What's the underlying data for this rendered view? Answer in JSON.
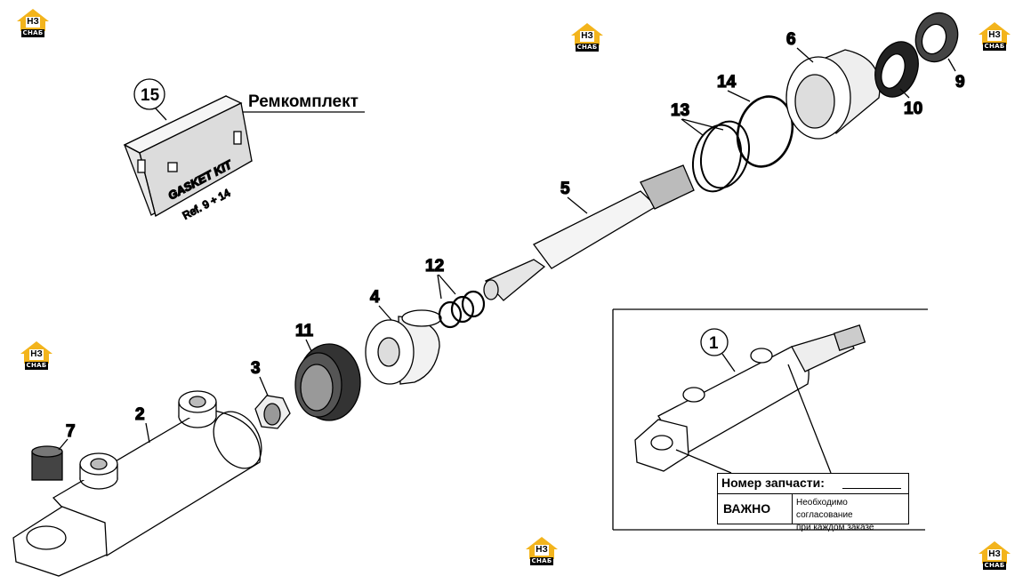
{
  "kit": {
    "title": "Ремкомплект",
    "box_text_1": "GASKET KIT",
    "box_text_2": "Ref. 9 ÷ 14",
    "number": "15"
  },
  "callouts": {
    "c1": "1",
    "c2": "2",
    "c3": "3",
    "c4": "4",
    "c5": "5",
    "c6": "6",
    "c7": "7",
    "c9": "9",
    "c10": "10",
    "c11": "11",
    "c12": "12",
    "c13": "13",
    "c14": "14"
  },
  "info": {
    "part_number_label": "Номер запчасти:",
    "warning": "ВАЖНО",
    "note_line1": "Необходимо согласование",
    "note_line2": "при каждом заказе"
  },
  "logo": {
    "mono": "НЗ",
    "sub": "СНАБ",
    "accent": "#f3b41c"
  }
}
